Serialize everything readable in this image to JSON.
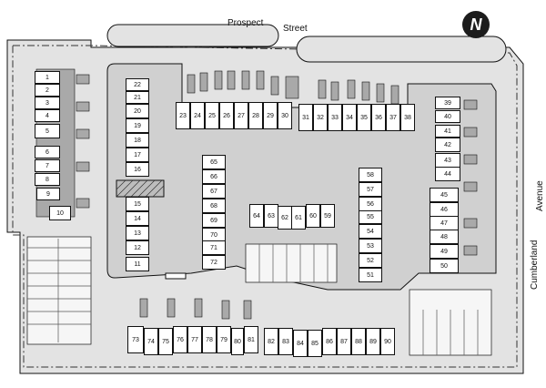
{
  "streets": {
    "prospect": "Prospect",
    "street": "Street",
    "cumberland": "Cumberland",
    "avenue": "Avenue"
  },
  "north_label": "N",
  "colors": {
    "background": "#ffffff",
    "grounds": "#e3e3e3",
    "roof": "#a9a9a9",
    "building": "#ffffff",
    "outline": "#111111",
    "north_badge": "#1c1c1c"
  },
  "units": [
    "1",
    "2",
    "3",
    "4",
    "5",
    "6",
    "7",
    "8",
    "9",
    "10",
    "11",
    "12",
    "13",
    "14",
    "15",
    "16",
    "17",
    "18",
    "19",
    "20",
    "21",
    "22",
    "23",
    "24",
    "25",
    "26",
    "27",
    "28",
    "29",
    "30",
    "31",
    "32",
    "33",
    "34",
    "35",
    "36",
    "37",
    "38",
    "39",
    "40",
    "41",
    "42",
    "43",
    "44",
    "45",
    "46",
    "47",
    "48",
    "49",
    "50",
    "51",
    "52",
    "53",
    "54",
    "55",
    "56",
    "57",
    "58",
    "59",
    "60",
    "61",
    "62",
    "63",
    "64",
    "65",
    "66",
    "67",
    "68",
    "69",
    "70",
    "71",
    "72",
    "73",
    "74",
    "75",
    "76",
    "77",
    "78",
    "79",
    "80",
    "81",
    "82",
    "83",
    "84",
    "85",
    "86",
    "87",
    "88",
    "89",
    "90"
  ]
}
